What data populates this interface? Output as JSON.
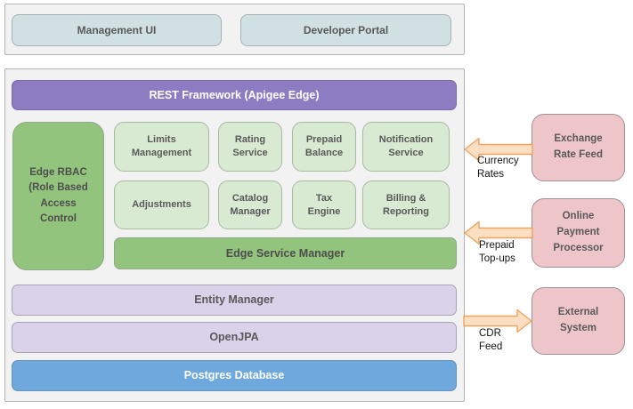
{
  "top_row": {
    "management_ui": "Management UI",
    "developer_portal": "Developer Portal"
  },
  "stack": {
    "rest_framework": "REST Framework (Apigee Edge)",
    "edge_rbac": "Edge RBAC (Role Based Access Control",
    "services_row1": [
      "Limits Management",
      "Rating Service",
      "Prepaid Balance",
      "Notification Service"
    ],
    "services_row2": [
      "Adjustments",
      "Catalog Manager",
      "Tax Engine",
      "Billing & Reporting"
    ],
    "edge_service_manager": "Edge Service Manager",
    "entity_manager": "Entity Manager",
    "openjpa": "OpenJPA",
    "postgres_database": "Postgres Database"
  },
  "external_systems": [
    {
      "label": "Exchange Rate Feed",
      "flow": "Currency Rates",
      "direction": "in"
    },
    {
      "label": "Online Payment Processor",
      "flow": "Prepaid Top-ups",
      "direction": "in"
    },
    {
      "label": "External System",
      "flow": "CDR Feed",
      "direction": "out"
    }
  ],
  "colors": {
    "container_bg": "#f2f2f2",
    "client_box": "#d0e0e3",
    "rest_purple": "#8e7cc3",
    "green": "#93c47d",
    "light_green": "#d9ead3",
    "lavender": "#d9d2e9",
    "database_blue": "#6fa8dc",
    "external_pink": "#eec5c9",
    "arrow_fill": "#fcdfc2",
    "arrow_stroke": "#eca55f"
  }
}
